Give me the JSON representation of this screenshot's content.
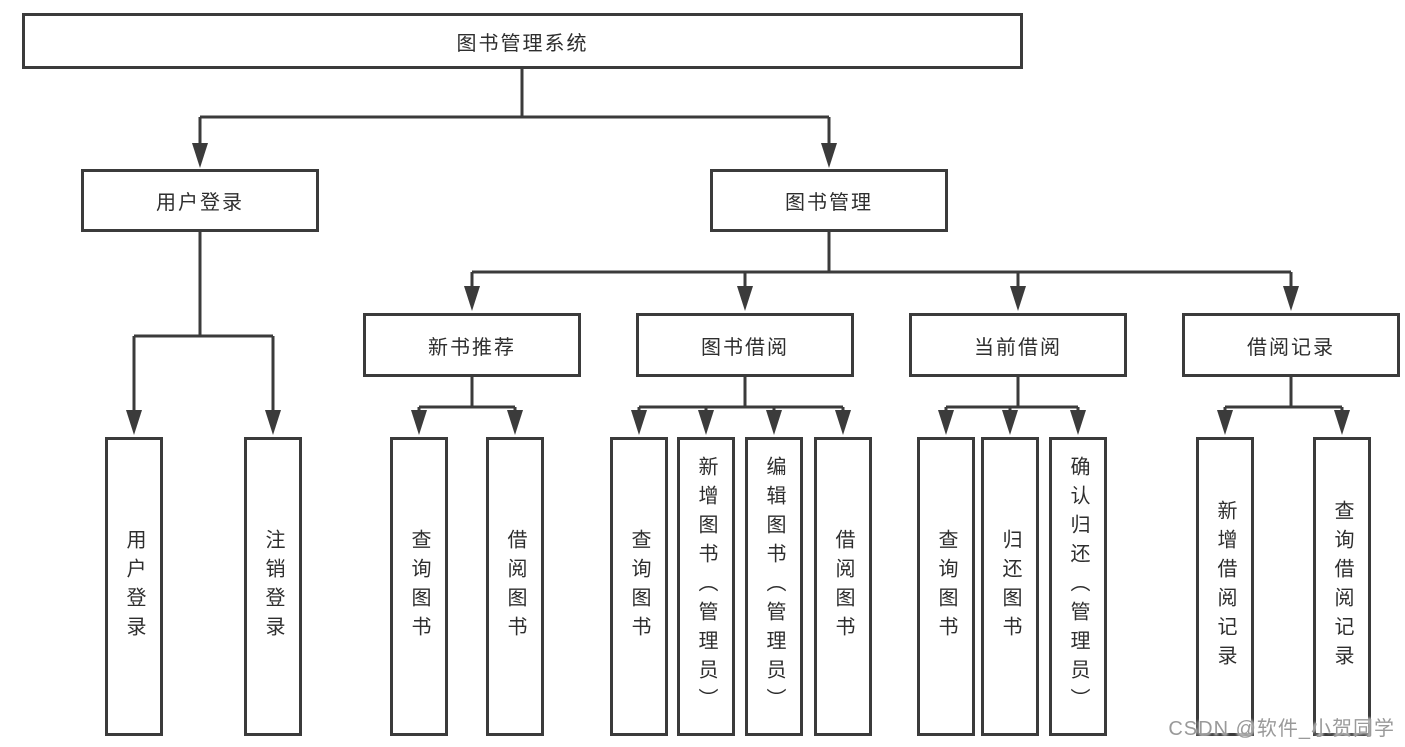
{
  "tree": {
    "label": "图书管理系统",
    "children": [
      {
        "label": "用户登录",
        "children": [
          {
            "label": "用户登录"
          },
          {
            "label": "注销登录"
          }
        ]
      },
      {
        "label": "图书管理",
        "children": [
          {
            "label": "新书推荐",
            "children": [
              {
                "label": "查询图书"
              },
              {
                "label": "借阅图书"
              }
            ]
          },
          {
            "label": "图书借阅",
            "children": [
              {
                "label": "查询图书"
              },
              {
                "label": "新增图书（管理员）"
              },
              {
                "label": "编辑图书（管理员）"
              },
              {
                "label": "借阅图书"
              }
            ]
          },
          {
            "label": "当前借阅",
            "children": [
              {
                "label": "查询图书"
              },
              {
                "label": "归还图书"
              },
              {
                "label": "确认归还（管理员）"
              }
            ]
          },
          {
            "label": "借阅记录",
            "children": [
              {
                "label": "新增借阅记录"
              },
              {
                "label": "查询借阅记录"
              }
            ]
          }
        ]
      }
    ]
  },
  "watermark": "CSDN @软件_小贺同学",
  "colors": {
    "line": "#3b3b3b",
    "text": "#2e2e2e",
    "watermark": "#9a9a9a",
    "background": "#ffffff"
  }
}
